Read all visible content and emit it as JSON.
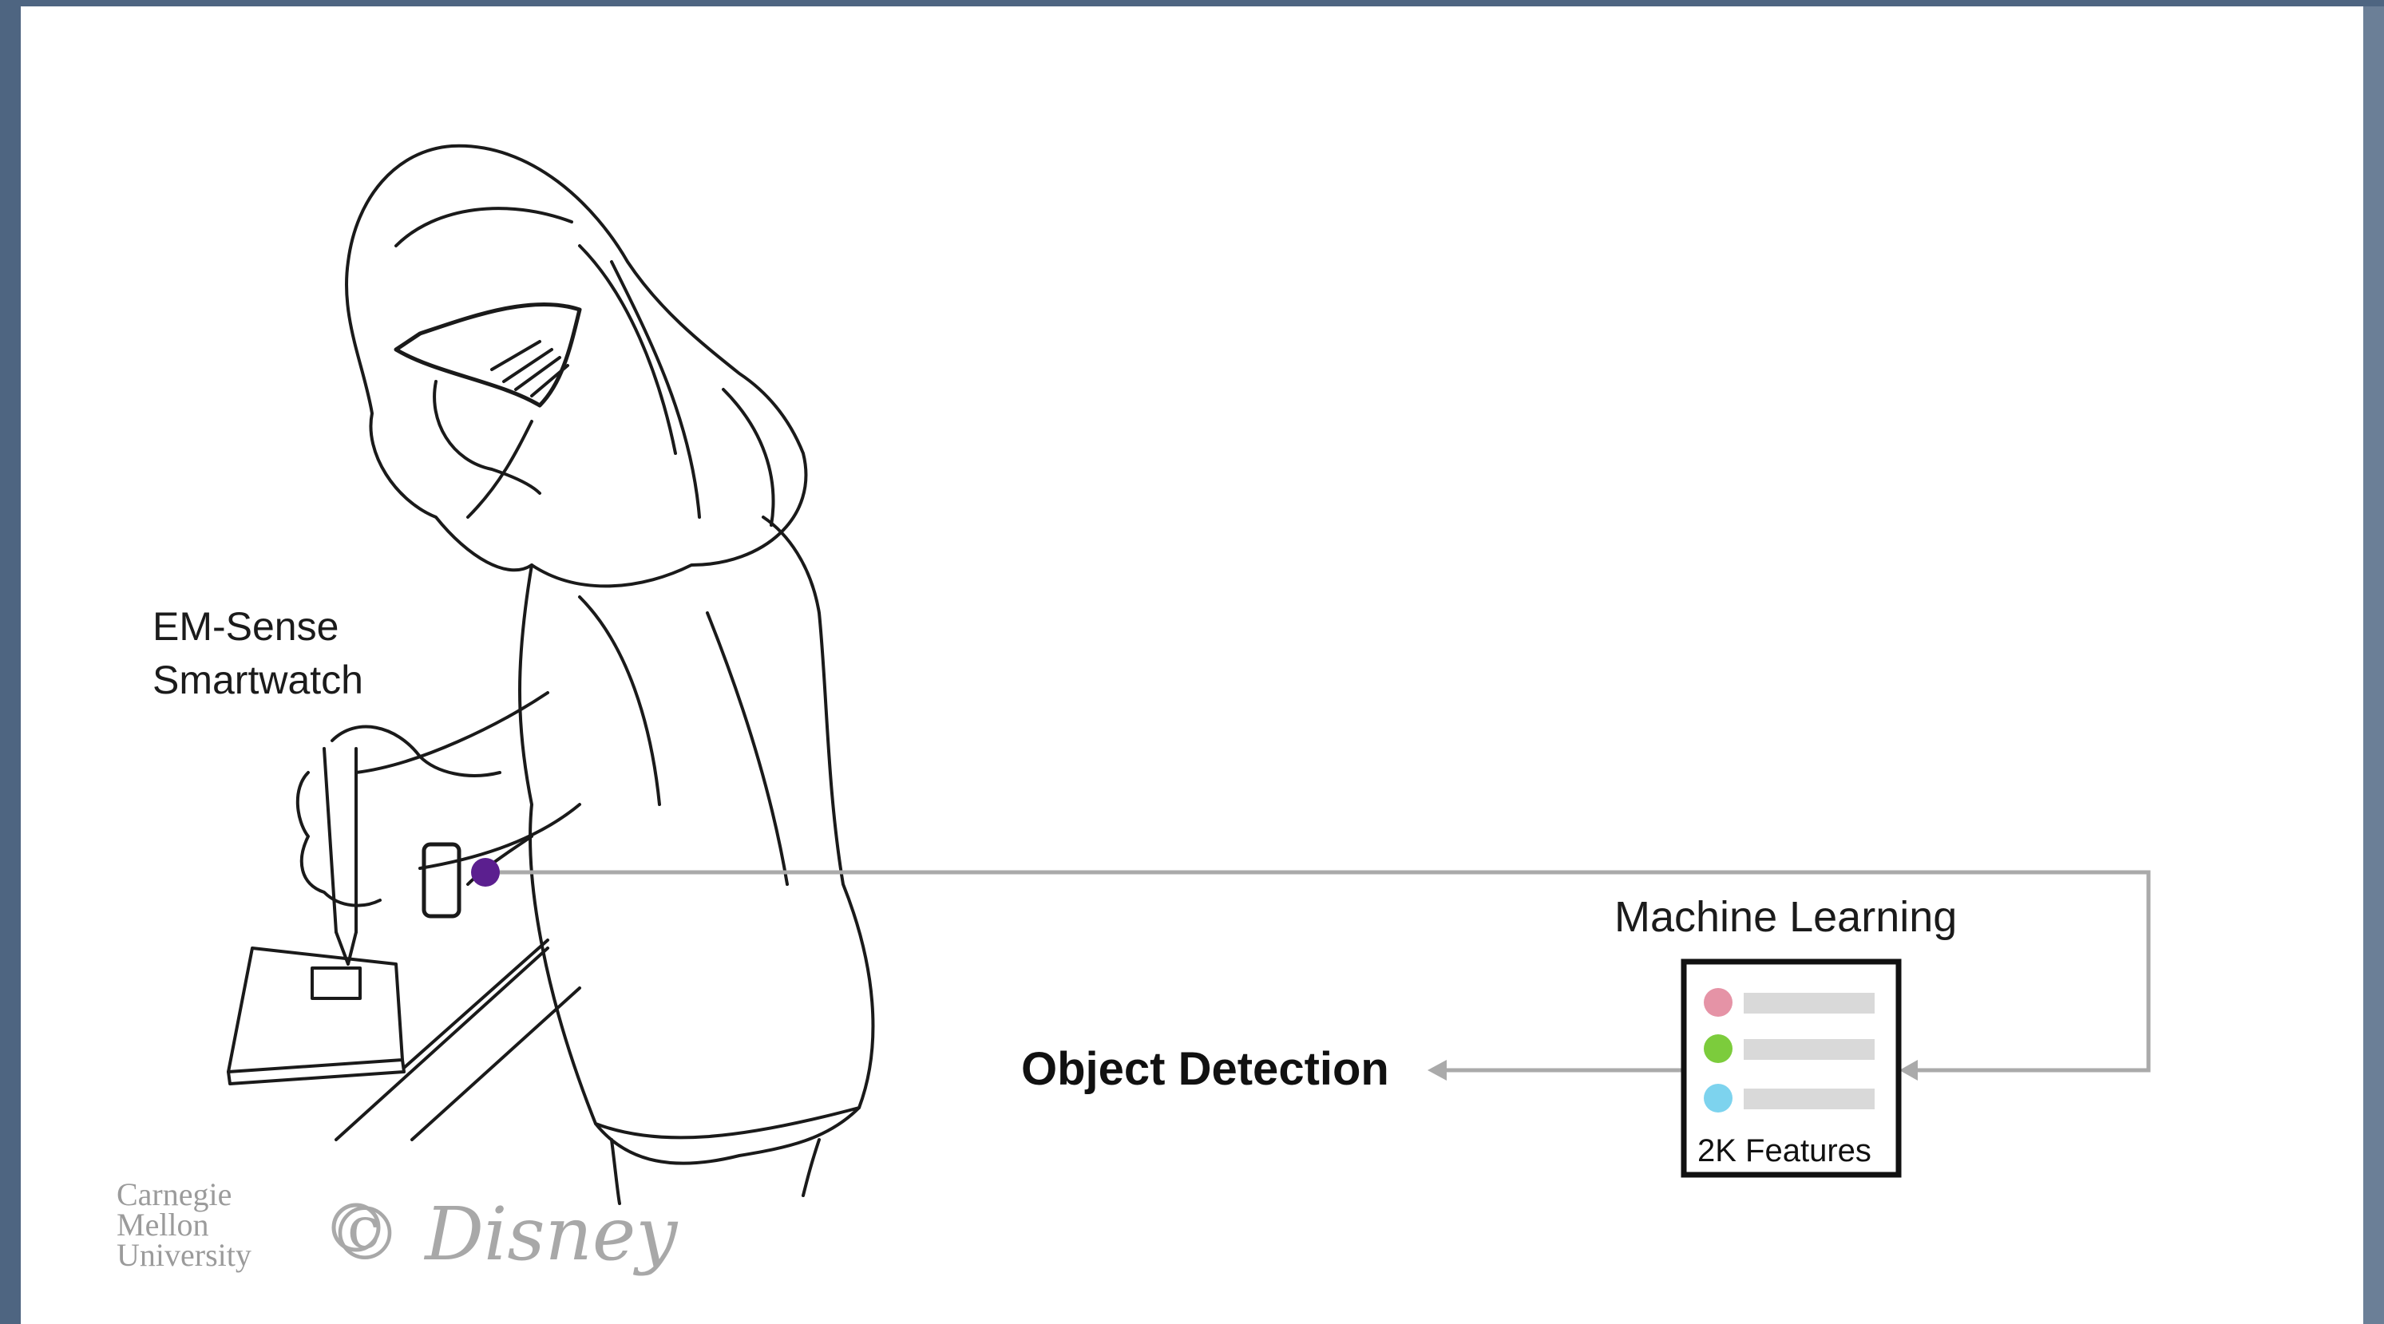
{
  "labels": {
    "sensor_line1": "EM-Sense",
    "sensor_line2": "Smartwatch",
    "ml_title": "Machine Learning",
    "features": "2K Features",
    "output": "Object Detection"
  },
  "logos": {
    "cmu": "Carnegie\nMellon\nUniversity",
    "disney": "© Disney"
  },
  "colors": {
    "signal_dot": "#5b1f8f",
    "feature_dot_1": "#e593a6",
    "feature_dot_2": "#7ccc3c",
    "feature_dot_3": "#7dd3ee",
    "connector": "#aaaaaa",
    "feature_bar": "#d9d9d9"
  }
}
